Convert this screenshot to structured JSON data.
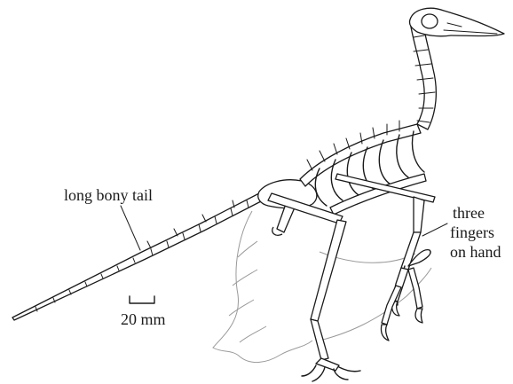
{
  "labels": {
    "tail": "long bony tail",
    "fingers_line1": "three",
    "fingers_line2": "fingers",
    "fingers_line3": "on hand",
    "scale": "20 mm"
  },
  "colors": {
    "ink": "#1a1a1a",
    "feather_outline": "#9a9a9a",
    "background": "#ffffff"
  }
}
